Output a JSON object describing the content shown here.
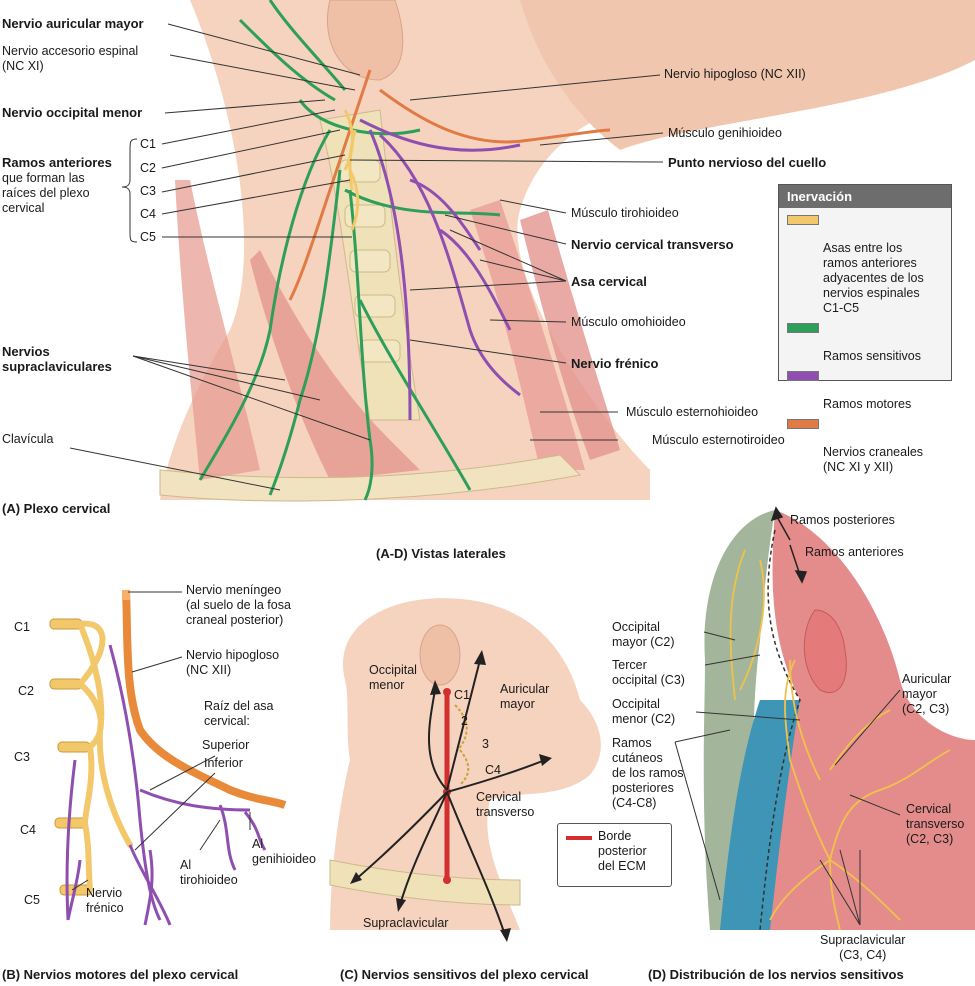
{
  "panelA": {
    "left_labels": {
      "auricular_mayor": "Nervio auricular mayor",
      "accesorio": "Nervio accesorio espinal\n(NC XI)",
      "occipital_menor": "Nervio occipital menor",
      "c1": "C1",
      "c2": "C2",
      "c3": "C3",
      "c4": "C4",
      "c5": "C5",
      "ramos_anteriores_title": "Ramos anteriores",
      "ramos_anteriores_desc": "que forman las\nraíces del plexo\ncervical",
      "supraclaviculares": "Nervios\nsupraclaviculares",
      "clavicula": "Clavícula"
    },
    "right_labels": {
      "hipogloso": "Nervio hipogloso (NC XII)",
      "genihioideo": "Músculo genihioideo",
      "punto_nervioso": "Punto nervioso del cuello",
      "tirohioideo": "Músculo tirohioideo",
      "cervical_transverso": "Nervio cervical transverso",
      "asa_cervical": "Asa cervical",
      "omohioideo": "Músculo omohioideo",
      "frenico": "Nervio frénico",
      "esternohioideo": "Músculo esternohioideo",
      "esternotiroideo": "Músculo esternotiroideo"
    },
    "caption": "(A) Plexo cervical"
  },
  "legend": {
    "title": "Inervación",
    "items": [
      {
        "label": "Asas entre los\nramos anteriores\nadyacentes de los\nnervios espinales\nC1-C5",
        "color": "#f3c86a"
      },
      {
        "label": "Ramos sensitivos",
        "color": "#2e9e5b"
      },
      {
        "label": "Ramos motores",
        "color": "#8e4fb0"
      },
      {
        "label": "Nervios craneales\n(NC XI y XII)",
        "color": "#e07b45"
      }
    ]
  },
  "views_caption": "(A-D) Vistas laterales",
  "panelB": {
    "c1": "C1",
    "c2": "C2",
    "c3": "C3",
    "c4": "C4",
    "c5": "C5",
    "meningeo": "Nervio meníngeo\n(al suelo de la fosa\ncraneal posterior)",
    "hipogloso": "Nervio hipogloso\n(NC XII)",
    "raiz": "Raíz del asa\ncervical:",
    "superior": "Superior",
    "inferior": "Inferior",
    "al_genihioideo": "Al\ngenihioideo",
    "al_tirohioideo": "Al\ntirohioideo",
    "frenico": "Nervio\nfrénico",
    "caption": "(B) Nervios motores del plexo cervical"
  },
  "panelC": {
    "occipital_menor": "Occipital\nmenor",
    "auricular_mayor": "Auricular\nmayor",
    "c1": "C1",
    "n2": "2",
    "n3": "3",
    "c4": "C4",
    "cervical_transverso": "Cervical\ntransverso",
    "supraclavicular": "Supraclavicular",
    "ecm_key": "Borde\nposterior\ndel ECM",
    "ecm_color": "#d32f2f",
    "caption": "(C) Nervios sensitivos del plexo cervical"
  },
  "panelD": {
    "ramos_posteriores": "Ramos posteriores",
    "ramos_anteriores": "Ramos anteriores",
    "occipital_mayor": "Occipital\nmayor (C2)",
    "tercer_occipital": "Tercer\noccipital (C3)",
    "occipital_menor": "Occipital\nmenor (C2)",
    "ramos_cutaneos": "Ramos\ncutáneos\nde los ramos\nposteriores\n(C4-C8)",
    "auricular_mayor": "Auricular\nmayor\n(C2, C3)",
    "cervical_transverso": "Cervical\ntransverso\n(C2, C3)",
    "supraclavicular": "Supraclavicular\n(C3, C4)",
    "caption": "(D) Distribución de los nervios sensitivos"
  }
}
